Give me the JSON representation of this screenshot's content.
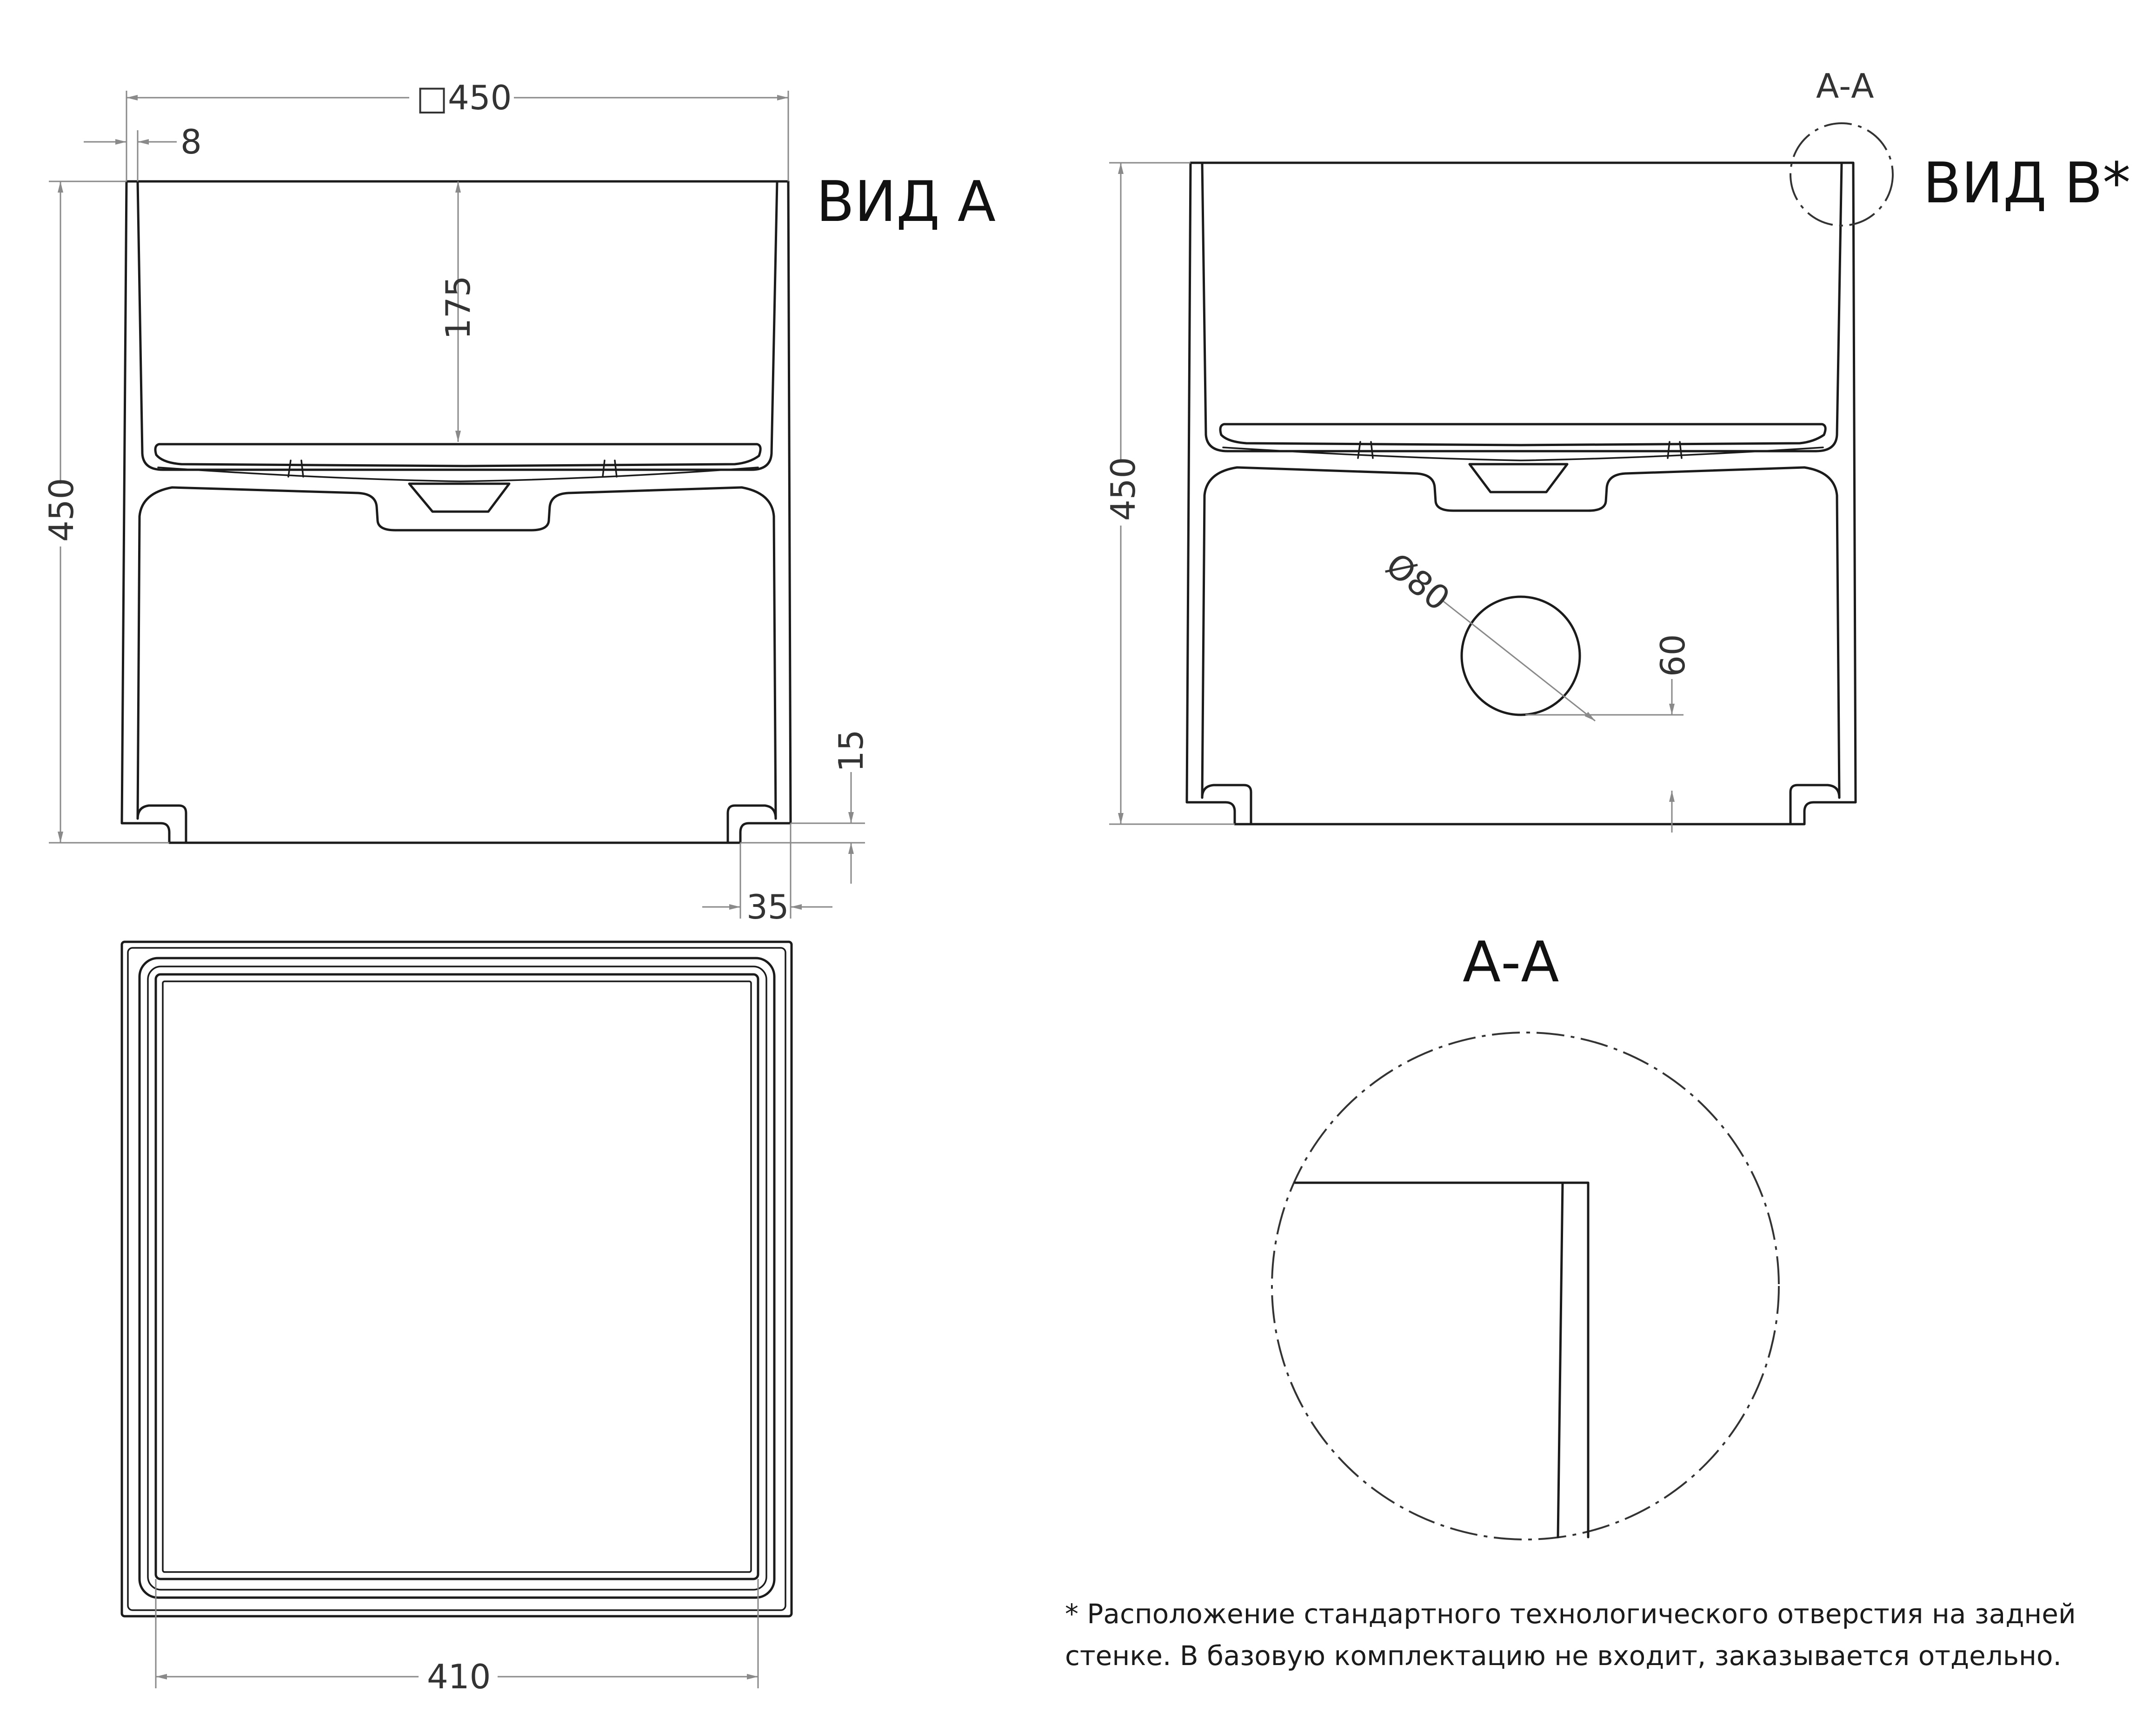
{
  "labels": {
    "view_a": "ВИД А",
    "view_b": "ВИД В*",
    "section_callout": "А-А",
    "section_title": "А-А"
  },
  "dimensions": {
    "top_width": "□450",
    "wall": "8",
    "tray_depth": "175",
    "height_left": "450",
    "foot_height": "15",
    "foot_width": "35",
    "height_right": "450",
    "hole_diameter": "Ø80",
    "hole_offset": "60",
    "inner_width": "410"
  },
  "note": {
    "line1": "* Расположение стандартного технологического отверстия на задней",
    "line2": "стенке. В базовую комплектацию не входит, заказывается отдельно."
  }
}
